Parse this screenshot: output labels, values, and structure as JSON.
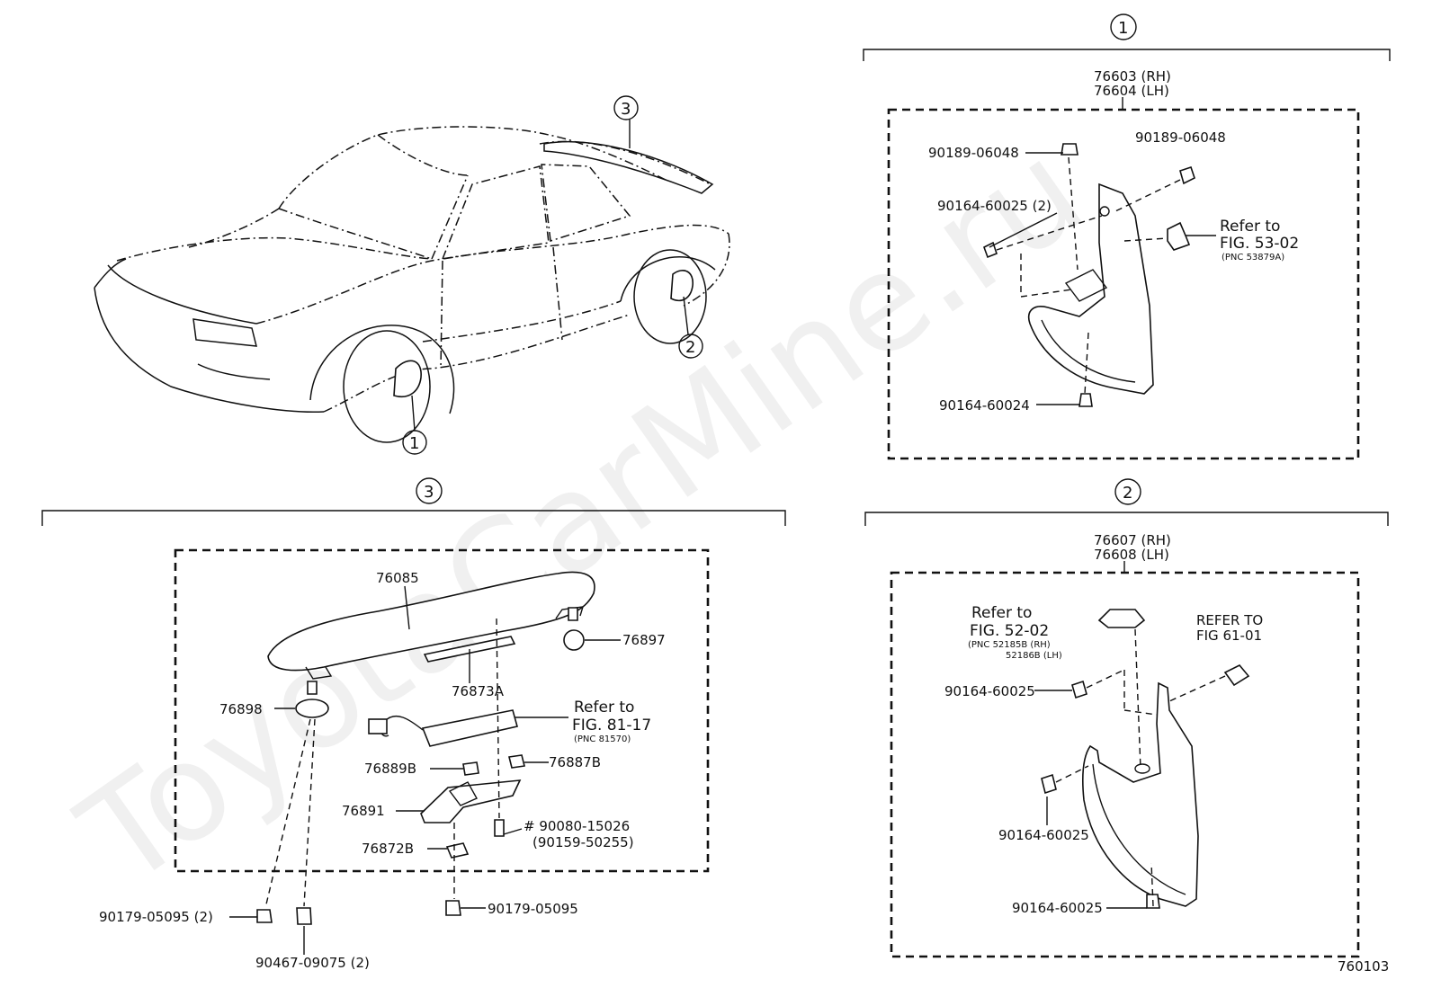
{
  "watermark": "ToyotaCarMine.ru",
  "callouts": {
    "c1": "1",
    "c2": "2",
    "c3": "3"
  },
  "section1": {
    "header": "1",
    "assembly_rh": "76603 (RH)",
    "assembly_lh": "76604 (LH)",
    "clip_left": "90189-06048",
    "clip_right": "90189-06048",
    "screw_upper": "90164-60025 (2)",
    "screw_lower": "90164-60024",
    "ref_line1": "Refer to",
    "ref_line2": "FIG. 53-02",
    "ref_line3": "(PNC 53879A)"
  },
  "section2": {
    "header": "2",
    "assembly_rh": "76607 (RH)",
    "assembly_lh": "76608 (LH)",
    "ref_line1": "Refer to",
    "ref_line2": "FIG. 52-02",
    "ref_line3": "(PNC 52185B (RH)",
    "ref_line4": "52186B (LH)",
    "ref2_line1": "REFER TO",
    "ref2_line2": "FIG 61-01",
    "screw_a": "90164-60025",
    "screw_b": "90164-60025",
    "screw_c": "90164-60025"
  },
  "section3": {
    "header": "3",
    "spoiler": "76085",
    "p76897": "76897",
    "p76873a": "76873A",
    "p76898": "76898",
    "ref_line1": "Refer to",
    "ref_line2": "FIG. 81-17",
    "ref_line3": "(PNC 81570)",
    "p76889b": "76889B",
    "p76887b": "76887B",
    "p76891": "76891",
    "p76872b": "76872B",
    "bolt_a": "# 90080-15026",
    "bolt_b": "(90159-50255)",
    "nut_left": "90179-05095 (2)",
    "nut_right": "90179-05095",
    "grommet": "90467-09075 (2)"
  },
  "figure_id": "760103"
}
